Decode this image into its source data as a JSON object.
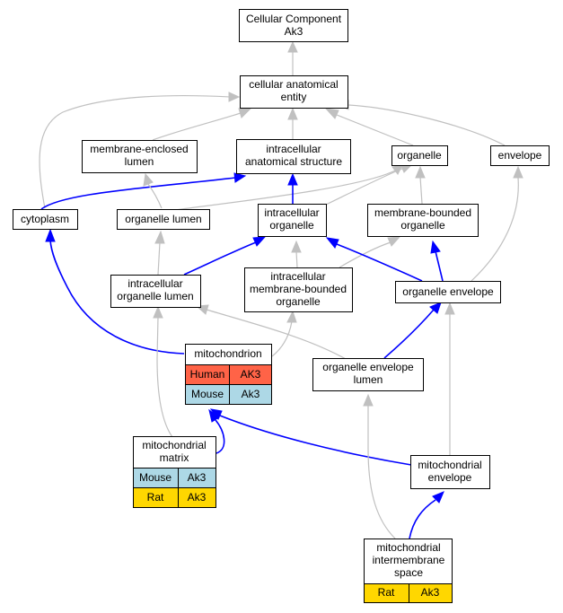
{
  "colors": {
    "human": "#ff6347",
    "mouse": "#add8e6",
    "rat": "#ffd700",
    "is_a_edge": "#c0c0c0",
    "part_of_edge": "#0000ff"
  },
  "nodes": {
    "cellular_component": {
      "line1": "Cellular Component",
      "line2": "Ak3"
    },
    "cellular_anatomical_entity": {
      "line1": "cellular anatomical",
      "line2": "entity"
    },
    "membrane_enclosed_lumen": {
      "line1": "membrane-enclosed",
      "line2": "lumen"
    },
    "intracellular_anatomical_structure": {
      "line1": "intracellular",
      "line2": "anatomical structure"
    },
    "organelle": {
      "line1": "organelle"
    },
    "envelope": {
      "line1": "envelope"
    },
    "cytoplasm": {
      "line1": "cytoplasm"
    },
    "organelle_lumen": {
      "line1": "organelle lumen"
    },
    "intracellular_organelle": {
      "line1": "intracellular",
      "line2": "organelle"
    },
    "membrane_bounded_organelle": {
      "line1": "membrane-bounded",
      "line2": "organelle"
    },
    "intracellular_organelle_lumen": {
      "line1": "intracellular",
      "line2": "organelle lumen"
    },
    "intracellular_membrane_bounded_organelle": {
      "line1": "intracellular",
      "line2": "membrane-bounded",
      "line3": "organelle"
    },
    "organelle_envelope": {
      "line1": "organelle envelope"
    },
    "mitochondrion": {
      "line1": "mitochondrion",
      "rows": [
        {
          "species": "Human",
          "gene": "AK3"
        },
        {
          "species": "Mouse",
          "gene": "Ak3"
        }
      ]
    },
    "organelle_envelope_lumen": {
      "line1": "organelle envelope",
      "line2": "lumen"
    },
    "mitochondrial_matrix": {
      "line1": "mitochondrial",
      "line2": "matrix",
      "rows": [
        {
          "species": "Mouse",
          "gene": "Ak3"
        },
        {
          "species": "Rat",
          "gene": "Ak3"
        }
      ]
    },
    "mitochondrial_envelope": {
      "line1": "mitochondrial",
      "line2": "envelope"
    },
    "mitochondrial_intermembrane_space": {
      "line1": "mitochondrial",
      "line2": "intermembrane",
      "line3": "space",
      "rows": [
        {
          "species": "Rat",
          "gene": "Ak3"
        }
      ]
    }
  }
}
